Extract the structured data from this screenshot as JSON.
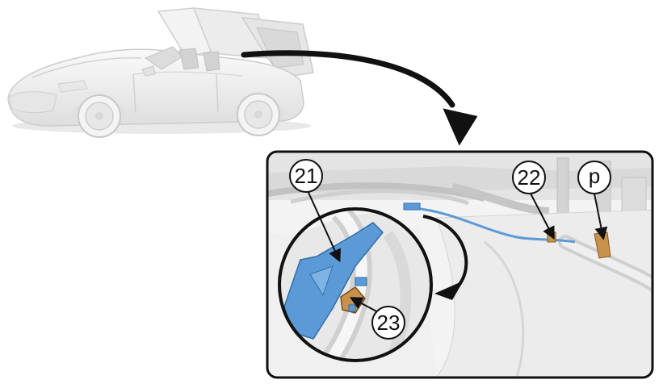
{
  "callouts": {
    "c21": "21",
    "c22": "22",
    "cp": "p",
    "c23": "23"
  },
  "colors": {
    "part_blue": "#5b9ad6",
    "part_tan": "#c8924d",
    "frame": "#111111",
    "car_body": "#f1f1f1"
  }
}
